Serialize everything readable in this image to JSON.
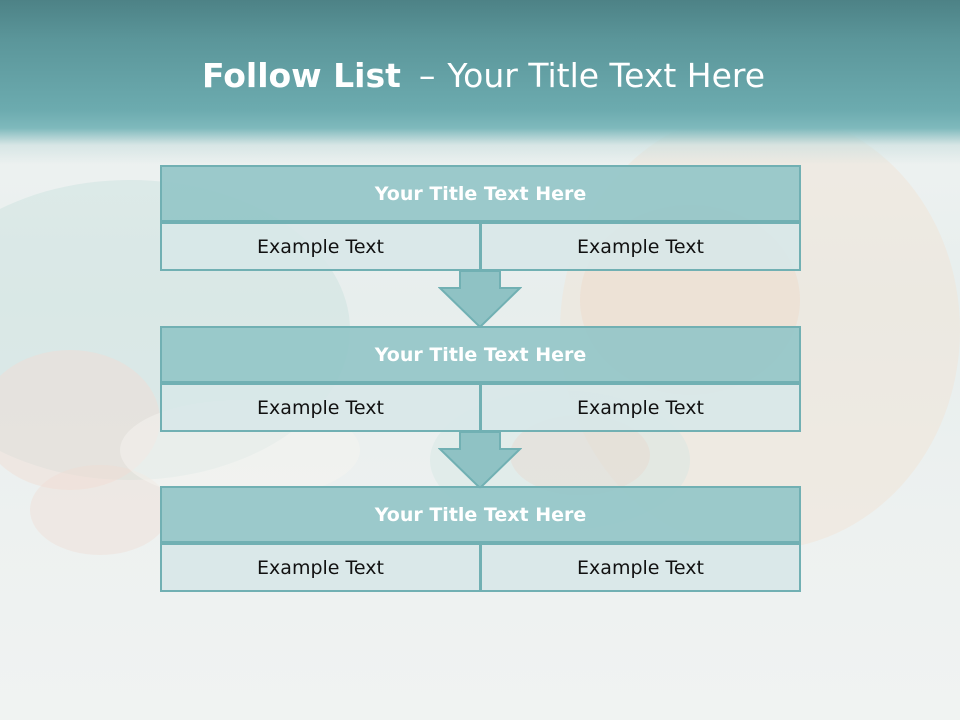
{
  "title": {
    "bold": "Follow List",
    "dash": "–",
    "sub": "Your Title Text Here"
  },
  "blocks": [
    {
      "title": "Your Title Text Here",
      "left": "Example Text",
      "right": "Example Text"
    },
    {
      "title": "Your Title Text Here",
      "left": "Example Text",
      "right": "Example Text"
    },
    {
      "title": "Your Title Text Here",
      "left": "Example Text",
      "right": "Example Text"
    }
  ],
  "colors": {
    "header_teal": "#5b969a",
    "box_border": "#71b0b3",
    "title_fill": "#94c6c8",
    "cell_fill": "#d8e7e8",
    "arrow_fill": "#8fc2c4"
  }
}
